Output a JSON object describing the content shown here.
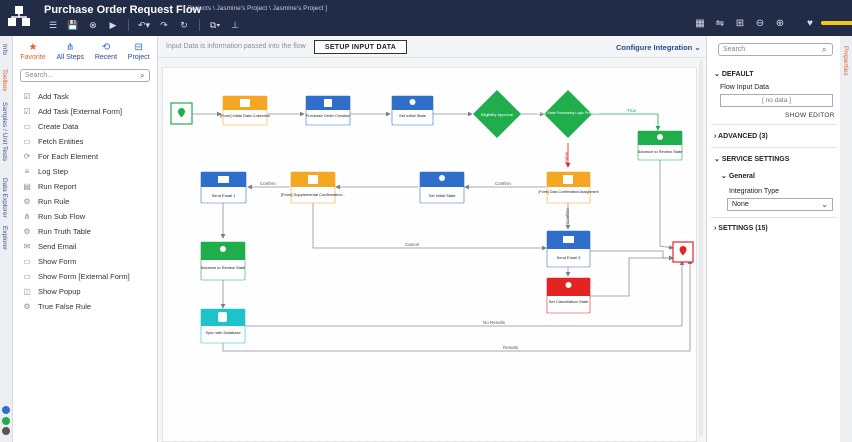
{
  "header": {
    "title": "Purchase Order Request Flow",
    "breadcrumb": "[ Projects \\ Jasmine's Project \\ Jasmine's Project ]"
  },
  "side_tabs": [
    "Info",
    "Toolbox",
    "Samples / Unit Tests",
    "Data Explorer",
    "Explorer"
  ],
  "toolbox": {
    "tabs": [
      {
        "label": "Favorite",
        "icon": "star-icon"
      },
      {
        "label": "All Steps",
        "icon": "steps-icon"
      },
      {
        "label": "Recent",
        "icon": "history-icon"
      },
      {
        "label": "Project",
        "icon": "project-icon"
      }
    ],
    "search_placeholder": "Search...",
    "steps": [
      "Add Task",
      "Add Task [External Form]",
      "Create Data",
      "Fetch Entities",
      "For Each Element",
      "Log Step",
      "Run Report",
      "Run Rule",
      "Run Sub Flow",
      "Run Truth Table",
      "Send Email",
      "Show Form",
      "Show Form [External Form]",
      "Show Popup",
      "True False Rule"
    ]
  },
  "canvas_header": {
    "info": "Input Data is information passed into the flow",
    "setup_button": "SETUP INPUT DATA",
    "configure": "Configure Integration"
  },
  "flow": {
    "nodes": {
      "initial_data": "[Form] Initial Data Collection",
      "po_creation": "Purchase Order Creation",
      "set_initial_1": "Set Initial State",
      "eligibility": "Eligibility Approval",
      "state_processing": "[Rule] State Processing Logic Provided",
      "advance_review_1": "Advance to Review State",
      "send_email_1": "Send Email 1",
      "supplemental": "[Form] Supplemental Confirmation...",
      "set_initial_2": "Set Initial State",
      "data_confirmation": "[Form] Data Confirmation Assignment",
      "advance_review_2": "Advance to Review State",
      "send_email_3": "Send Email 3",
      "set_cancellation": "Set Cancellation State",
      "sync_db": "Sync with Database"
    },
    "edge_labels": {
      "true": "True",
      "false": "False",
      "confirm_1": "Confirm",
      "confirm_2": "Confirm",
      "cancel": "Cancel",
      "confirm_3": "Confirm",
      "no_results": "No Results",
      "results": "Results"
    },
    "colors": {
      "yellow": "#f5a623",
      "blue": "#2f6fc9",
      "green": "#1fae4b",
      "red": "#e32421",
      "teal": "#1ec2c9"
    }
  },
  "properties": {
    "search_placeholder": "Search",
    "tab_label": "Properties",
    "default_section": "DEFAULT",
    "flow_input_label": "Flow Input Data",
    "no_data": "[ no data ]",
    "show_editor": "SHOW EDITOR",
    "advanced": "ADVANCED (3)",
    "service_settings": "SERVICE SETTINGS",
    "general": "General",
    "integration_type_label": "Integration Type",
    "integration_type_value": "None",
    "settings": "SETTINGS (15)"
  }
}
